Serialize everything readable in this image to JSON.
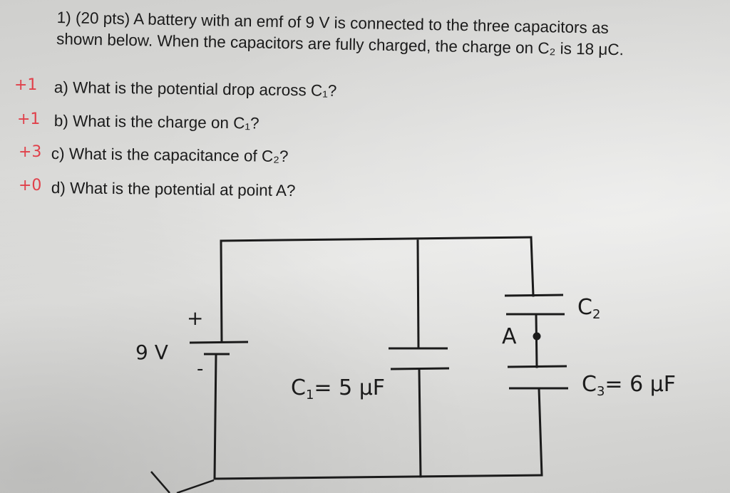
{
  "problem": {
    "line1": "1) (20 pts) A battery with an emf of 9 V is connected to the three capacitors as",
    "line2": "shown below. When the capacitors are fully charged, the charge on C₂ is 18 μC."
  },
  "questions": [
    {
      "mark": "+1",
      "text": "a) What is the potential drop across C₁?"
    },
    {
      "mark": "+1",
      "text": "b) What is the charge on C₁?"
    },
    {
      "mark": "+3",
      "text": "c) What is the capacitance of C₂?"
    },
    {
      "mark": "+0",
      "text": "d) What is the potential at point A?"
    }
  ],
  "circuit": {
    "battery_label": "9 V",
    "plus": "+",
    "minus": "-",
    "c1_prefix": "C",
    "c1_sub": "1",
    "c1_value": "= 5 μF",
    "c2_prefix": "C",
    "c2_sub": "2",
    "c3_prefix": "C",
    "c3_sub": "3",
    "c3_value": "= 6 μF",
    "point_label": "A"
  }
}
